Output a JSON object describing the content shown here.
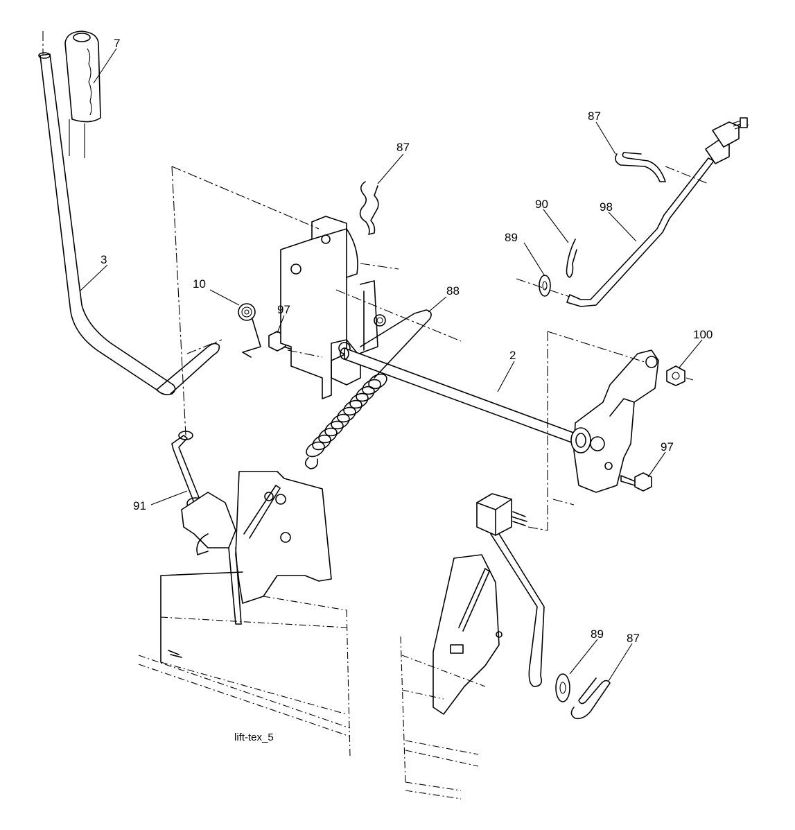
{
  "diagram": {
    "caption": "lift-tex_5",
    "callouts": {
      "c7": "7",
      "c3": "3",
      "c10": "10",
      "c97a": "97",
      "c87a": "87",
      "c88": "88",
      "c2": "2",
      "c87b": "87",
      "c90": "90",
      "c98": "98",
      "c89a": "89",
      "c100": "100",
      "c97b": "97",
      "c91": "91",
      "c89b": "89",
      "c87c": "87"
    }
  }
}
